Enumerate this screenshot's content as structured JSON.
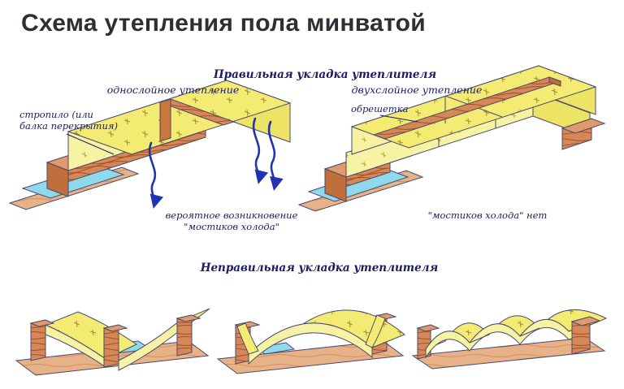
{
  "page": {
    "title": "Схема утепления пола минватой"
  },
  "labels": {
    "correct_heading": "Правильная укладка утеплителя",
    "single_layer": "однослойное утепление",
    "double_layer": "двухслойное утепление",
    "rafter_line1": "стропило (или",
    "rafter_line2": "балка перекрытия)",
    "lathing": "обрешетка",
    "cold_bridges_line1": "вероятное возникновение",
    "cold_bridges_line2": "\"мостиков холода\"",
    "no_cold_bridges": "\"мостиков холода\" нет",
    "incorrect_heading": "Неправильная укладка утеплителя"
  },
  "colors": {
    "insulation_top": "#f3eb72",
    "insulation_front": "#f7f2a4",
    "insulation_side": "#ede364",
    "wood": "#d5875a",
    "wood_top": "#e09a6b",
    "wood_end": "#c06f3c",
    "plank": "#e8b288",
    "vapor_barrier": "#8fd9ec",
    "outline": "#4a4a6e",
    "arrow": "#2333b0",
    "label_text": "#1b1b66",
    "title_text": "#2e2e36"
  }
}
